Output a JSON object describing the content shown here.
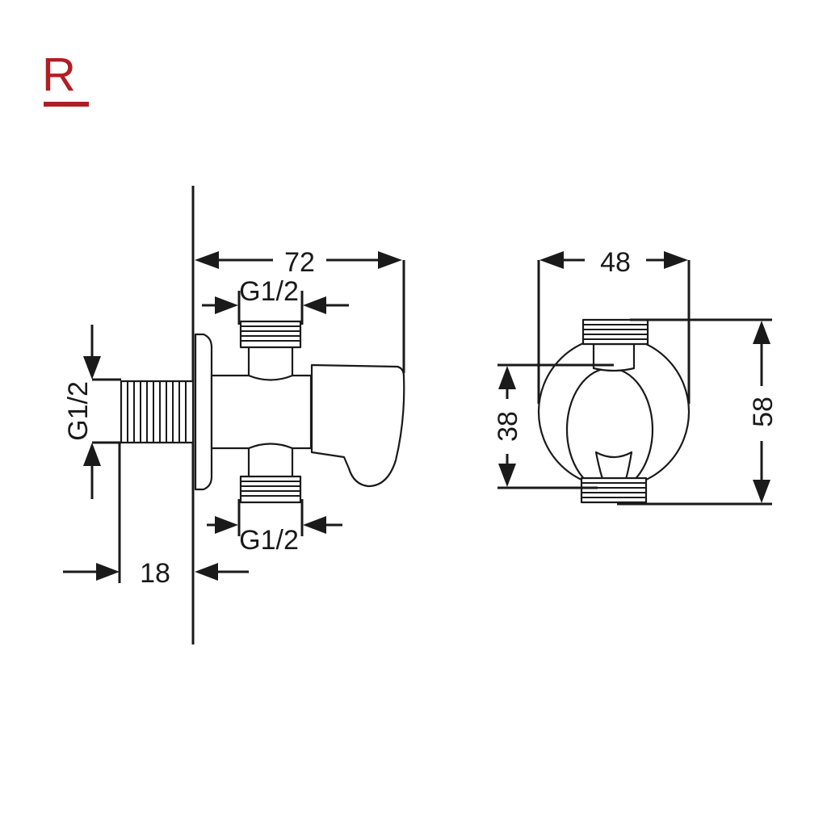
{
  "logo": {
    "letter": "R",
    "color": "#b01e23"
  },
  "side_view": {
    "overall_length": "72",
    "top_outlet_thread": "G1/2",
    "bottom_outlet_thread": "G1/2",
    "inlet_thread": "G1/2",
    "inlet_depth": "18"
  },
  "front_view": {
    "width": "48",
    "outlet_spacing": "38",
    "overall_height": "58"
  },
  "colors": {
    "line": "#1a1a1a",
    "background": "#ffffff"
  }
}
